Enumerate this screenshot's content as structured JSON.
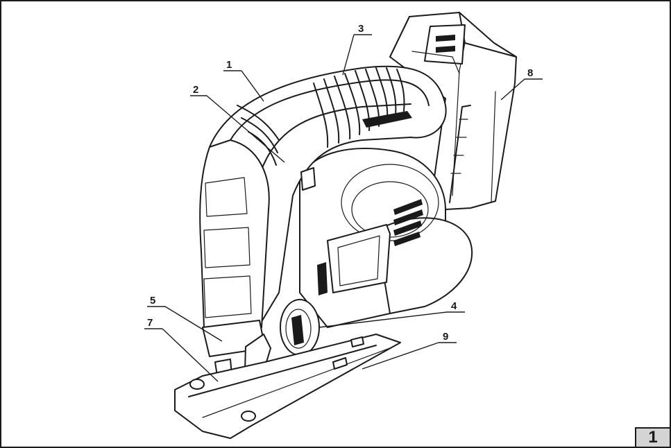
{
  "callouts": [
    {
      "id": "1",
      "text": "1"
    },
    {
      "id": "2",
      "text": "2"
    },
    {
      "id": "3",
      "text": "3"
    },
    {
      "id": "4",
      "text": "4"
    },
    {
      "id": "5",
      "text": "5"
    },
    {
      "id": "7",
      "text": "7"
    },
    {
      "id": "8",
      "text": "8"
    },
    {
      "id": "9",
      "text": "9"
    }
  ],
  "figure_number": "1",
  "colors": {
    "line": "#1a1a1a",
    "figure_box": "#d4d4d4"
  }
}
